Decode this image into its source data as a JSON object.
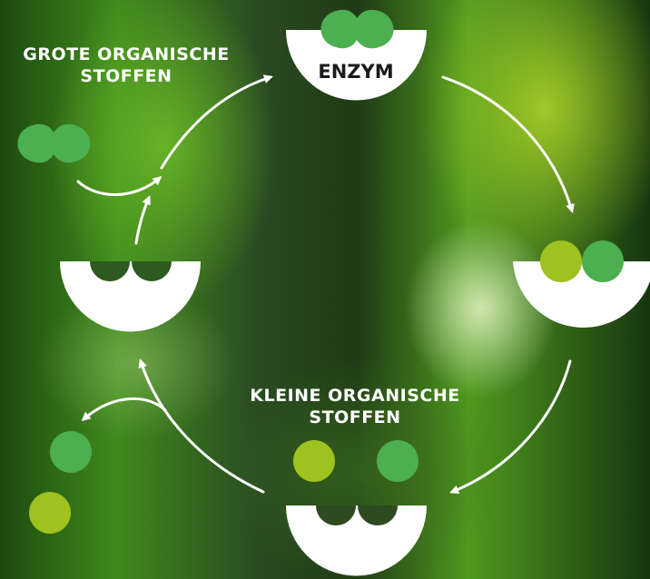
{
  "labels": {
    "large_molecules": "GROTE ORGANISCHE\nSTOFFEN",
    "enzyme": "ENZYM",
    "small_molecules": "KLEINE ORGANISCHE\nSTOFFEN"
  },
  "colors": {
    "dark_green": "#4caf50",
    "light_green": "#9ec21e",
    "white": "#ffffff",
    "enzyme_text": "#1a1a1a"
  }
}
